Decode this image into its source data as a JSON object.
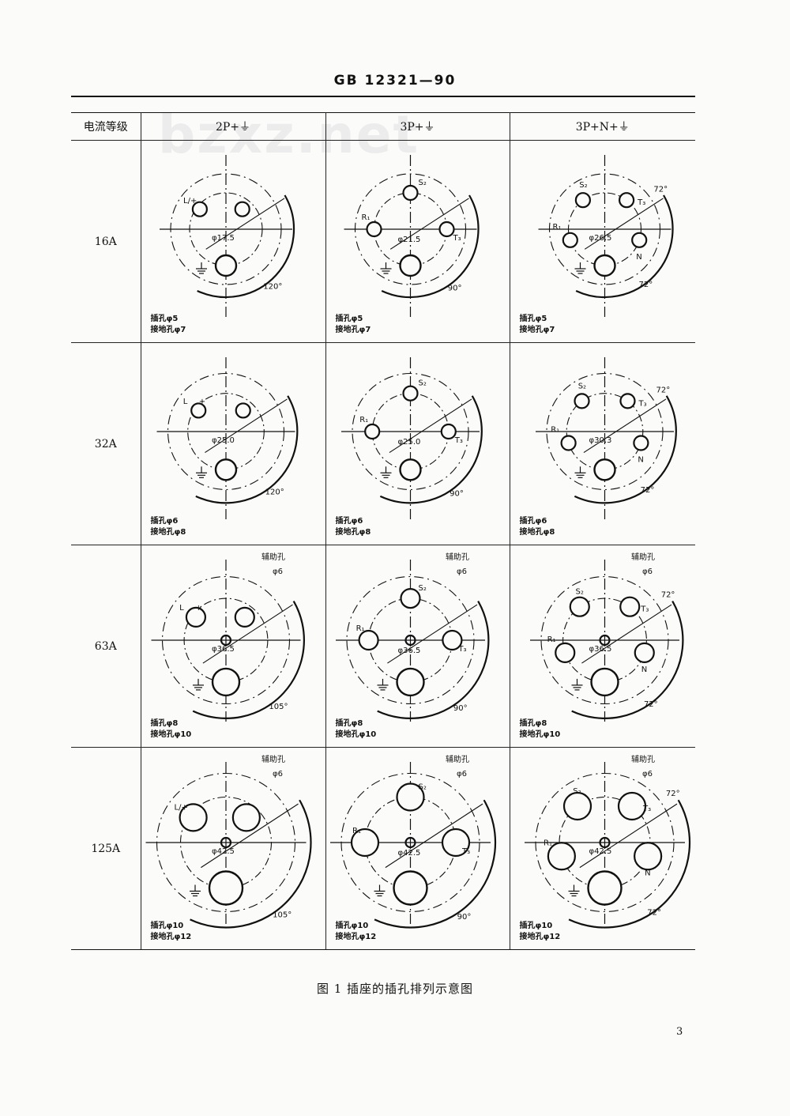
{
  "document": {
    "standard_number": "GB 12321—90",
    "watermark": "bzxz.net",
    "page_number": "3",
    "figure_caption": "图 1   插座的插孔排列示意图"
  },
  "table": {
    "headers": [
      "电流等级",
      "2P+⏚",
      "3P+⏚",
      "3P+N+⏚"
    ],
    "rows": [
      {
        "rating": "16A",
        "cells": [
          {
            "labels": [
              "L/+",
              "φ17.5",
              "120°"
            ],
            "spec": [
              "插孔φ5",
              "接地孔φ7"
            ]
          },
          {
            "labels": [
              "S₂",
              "R₁",
              "φ21.5",
              "T₃",
              "90°"
            ],
            "spec": [
              "插孔φ5",
              "接地孔φ7"
            ]
          },
          {
            "labels": [
              "S₂",
              "T₃",
              "R₁",
              "φ26.5",
              "N",
              "72°",
              "72°"
            ],
            "spec": [
              "插孔φ5",
              "接地孔φ7"
            ]
          }
        ]
      },
      {
        "rating": "32A",
        "cells": [
          {
            "labels": [
              "L",
              "+",
              "φ25.0",
              "120°"
            ],
            "spec": [
              "插孔φ6",
              "接地孔φ8"
            ]
          },
          {
            "labels": [
              "S₂",
              "R₁",
              "φ25.0",
              "T₃",
              "90°"
            ],
            "spec": [
              "插孔φ6",
              "接地孔φ8"
            ]
          },
          {
            "labels": [
              "S₂",
              "T₃",
              "R₁",
              "φ30.3",
              "N",
              "72°",
              "72°"
            ],
            "spec": [
              "插孔φ6",
              "接地孔φ8"
            ]
          }
        ]
      },
      {
        "rating": "63A",
        "cells": [
          {
            "labels": [
              "辅助孔",
              "φ6",
              "L",
              "+",
              "φ36.5",
              "105°"
            ],
            "spec": [
              "插孔φ8",
              "接地孔φ10"
            ]
          },
          {
            "labels": [
              "辅助孔",
              "φ6",
              "S₂",
              "R₁",
              "φ36.5",
              "T₃",
              "90°"
            ],
            "spec": [
              "插孔φ8",
              "接地孔φ10"
            ]
          },
          {
            "labels": [
              "辅助孔",
              "φ6",
              "S₂",
              "T₃",
              "R₁",
              "φ36.5",
              "N",
              "72°",
              "72°"
            ],
            "spec": [
              "插孔φ8",
              "接地孔φ10"
            ]
          }
        ]
      },
      {
        "rating": "125A",
        "cells": [
          {
            "labels": [
              "辅助孔",
              "φ6",
              "L/+",
              "φ42.5",
              "105°"
            ],
            "spec": [
              "插孔φ10",
              "接地孔φ12"
            ]
          },
          {
            "labels": [
              "辅助孔",
              "φ6",
              "S₂",
              "R₁",
              "φ42.5",
              "T₃",
              "90°"
            ],
            "spec": [
              "插孔φ10",
              "接地孔φ12"
            ]
          },
          {
            "labels": [
              "辅助孔",
              "φ6",
              "S₂",
              "T₃",
              "R₁",
              "φ42.5",
              "N",
              "72°",
              "72°"
            ],
            "spec": [
              "插孔φ10",
              "接地孔φ12"
            ]
          }
        ]
      }
    ]
  }
}
